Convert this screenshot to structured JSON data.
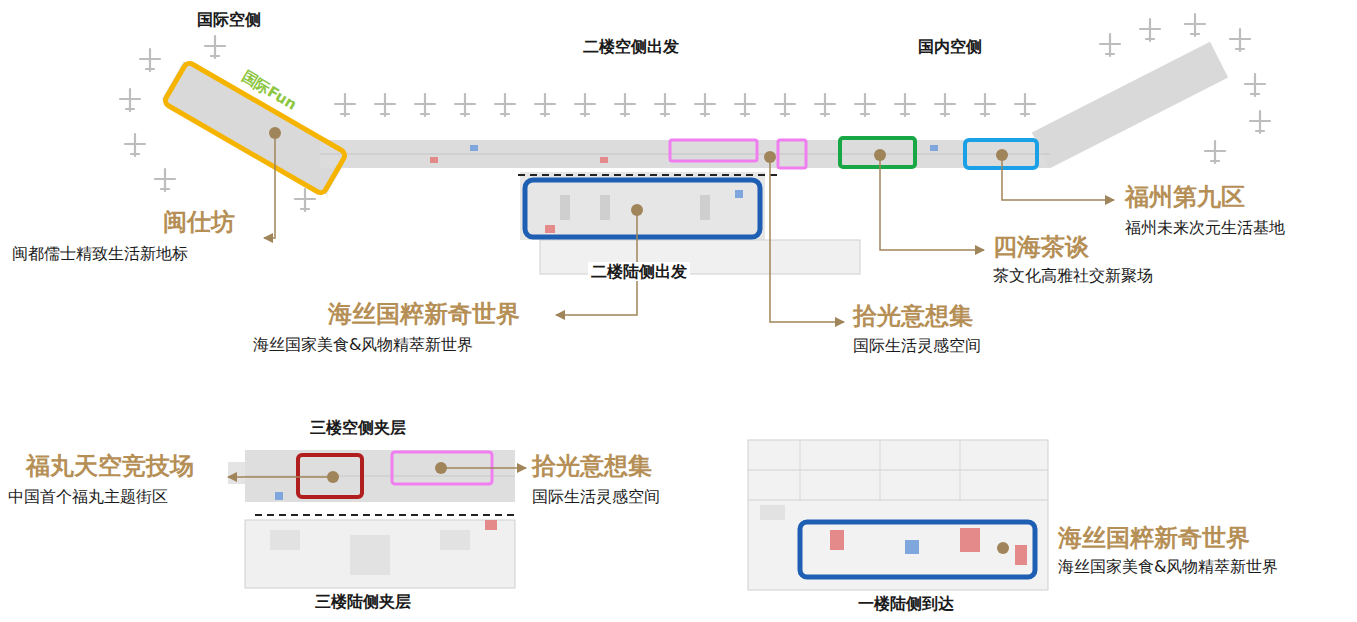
{
  "diagram": {
    "labels": [
      "国际空侧",
      "二楼空侧出发",
      "国内空侧",
      "国际Fun",
      "闽仕坊",
      "闽都儒士精致生活新地标",
      "福州第九区",
      "福州未来次元生活基地",
      "四海茶谈",
      "茶文化高雅社交新聚场",
      "海丝国粹新奇世界",
      "海丝国家美食&风物精萃新世界",
      "二楼陆侧出发",
      "拾光意想集",
      "国际生活灵感空间",
      "三楼空侧夹层",
      "福丸天空竞技场",
      "中国首个福丸主题街区",
      "拾光意想集",
      "国际生活灵感空间",
      "三楼陆侧夹层",
      "一楼陆侧到达",
      "海丝国粹新奇世界",
      "海丝国家美食&风物精萃新世界"
    ]
  }
}
